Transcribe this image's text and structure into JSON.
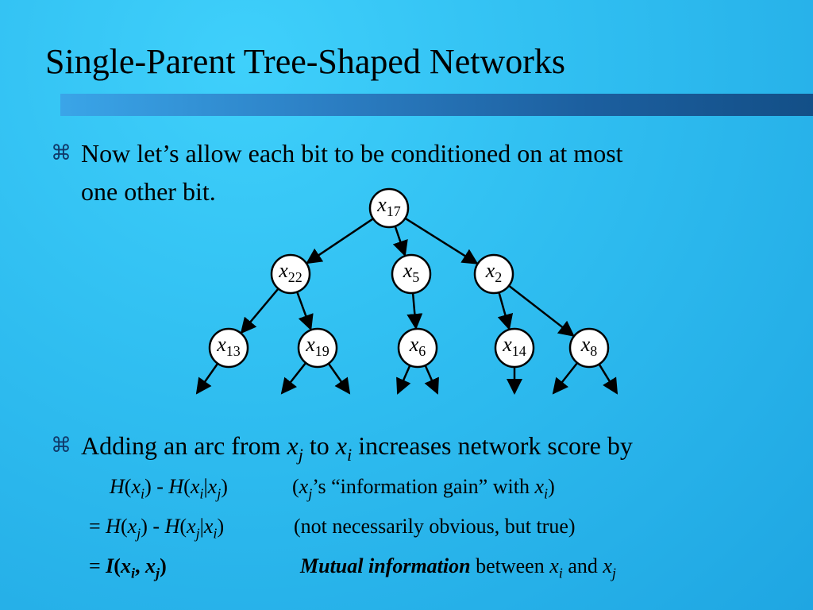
{
  "title": "Single-Parent Tree-Shaped Networks",
  "bullets": {
    "glyph": "⌘",
    "first_line1": "Now let’s allow each bit to be conditioned on at most",
    "first_line2": "one other bit.",
    "second_pre": "Adding an arc from ",
    "second_var1": "x",
    "second_sub1": "j",
    "second_mid": " to ",
    "second_var2": "x",
    "second_sub2": "i",
    "second_post": " increases network score by"
  },
  "formulas": {
    "line1_expr": "H(x_i) - H(x_i|x_j)",
    "line1_note": "(x_j’s “information gain” with x_i)",
    "line2_expr": "= H(x_j) - H(x_j|x_i)",
    "line2_note": "(not necessarily obvious, but true)",
    "line3_expr": "= I(x_i, x_j)",
    "line3_note_bold": "Mutual information",
    "line3_note_rest": "between x_i and x_j"
  },
  "tree": {
    "nodes": [
      {
        "id": "n17",
        "var": "x",
        "sub": "17"
      },
      {
        "id": "n22",
        "var": "x",
        "sub": "22"
      },
      {
        "id": "n5",
        "var": "x",
        "sub": "5"
      },
      {
        "id": "n2",
        "var": "x",
        "sub": "2"
      },
      {
        "id": "n13",
        "var": "x",
        "sub": "13"
      },
      {
        "id": "n19",
        "var": "x",
        "sub": "19"
      },
      {
        "id": "n6",
        "var": "x",
        "sub": "6"
      },
      {
        "id": "n14",
        "var": "x",
        "sub": "14"
      },
      {
        "id": "n8",
        "var": "x",
        "sub": "8"
      }
    ],
    "edges": [
      [
        "n17",
        "n22"
      ],
      [
        "n17",
        "n5"
      ],
      [
        "n17",
        "n2"
      ],
      [
        "n22",
        "n13"
      ],
      [
        "n22",
        "n19"
      ],
      [
        "n5",
        "n6"
      ],
      [
        "n2",
        "n14"
      ],
      [
        "n2",
        "n8"
      ]
    ]
  }
}
